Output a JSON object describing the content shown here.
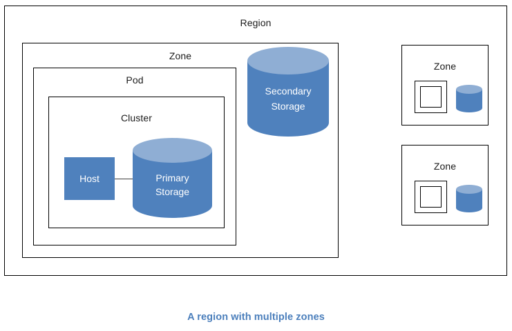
{
  "diagram": {
    "caption": "A region with multiple zones",
    "colors": {
      "shape_fill": "#4F81BD",
      "cylinder_top": "#8FAED4",
      "outline": "#000000",
      "caption_text": "#4a7ebb",
      "shape_text": "#ffffff",
      "background": "#ffffff"
    },
    "region": {
      "label": "Region",
      "zone": {
        "label": "Zone",
        "pod": {
          "label": "Pod",
          "cluster": {
            "label": "Cluster",
            "host": {
              "label": "Host",
              "icon": "server-square"
            },
            "primary_storage": {
              "label_line1": "Primary",
              "label_line2": "Storage",
              "icon": "cylinder-database"
            }
          }
        },
        "secondary_storage": {
          "label_line1": "Secondary",
          "label_line2": "Storage",
          "icon": "cylinder-database"
        }
      },
      "other_zones": [
        {
          "label": "Zone",
          "pod_icon": "nested-square",
          "storage_icon": "cylinder-database"
        },
        {
          "label": "Zone",
          "pod_icon": "nested-square",
          "storage_icon": "cylinder-database"
        }
      ]
    }
  }
}
